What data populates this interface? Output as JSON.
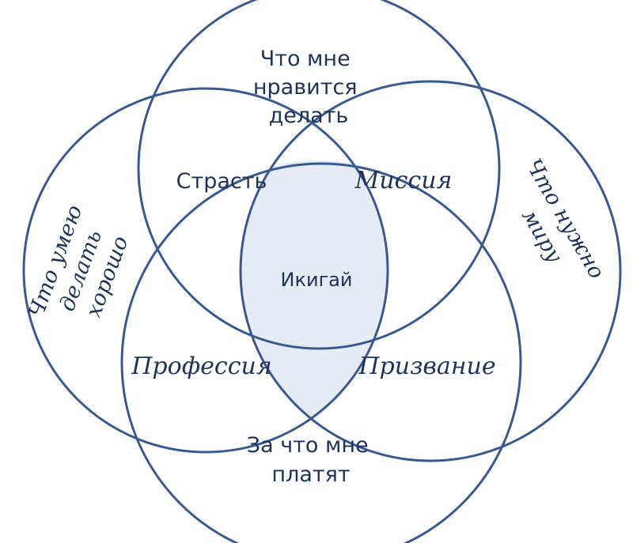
{
  "diagram": {
    "top_circle": [
      "Что мне",
      "нравится",
      "делать"
    ],
    "left_circle": [
      "Что умею",
      "делать",
      "хорошо"
    ],
    "right_circle": [
      "Что нужно",
      "миру"
    ],
    "bottom_circle": [
      "За что мне",
      "платят"
    ],
    "overlap_top_left": "Страсть",
    "overlap_top_right": "Миссия",
    "overlap_bottom_left": "Профессия",
    "overlap_bottom_right": "Призвание",
    "center": "Икигай"
  },
  "colors": {
    "stroke": "#3a5a8f",
    "text": "#1f3358",
    "center_fill": "#e6ecf5"
  }
}
